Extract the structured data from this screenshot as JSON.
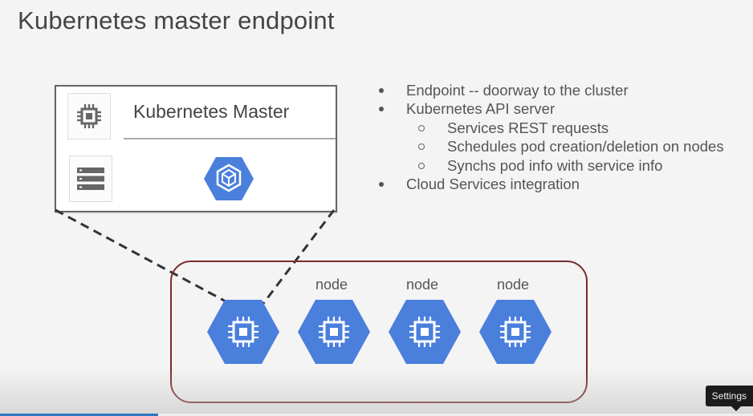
{
  "slide": {
    "title": "Kubernetes master endpoint",
    "master_label": "Kubernetes Master",
    "bullets": [
      {
        "level": 1,
        "text": "Endpoint -- doorway to the cluster"
      },
      {
        "level": 1,
        "text": "Kubernetes API server"
      },
      {
        "level": 2,
        "text": "Services REST requests"
      },
      {
        "level": 2,
        "text": "Schedules pod creation/deletion on nodes"
      },
      {
        "level": 2,
        "text": "Synchs pod info with service info"
      },
      {
        "level": 1,
        "text": "Cloud Services integration"
      }
    ],
    "node_labels": [
      "node",
      "node",
      "node"
    ],
    "colors": {
      "hex_blue": "#4a7fdc",
      "cluster_border": "#7b2b2b",
      "progress": "#2f78c4"
    }
  },
  "player": {
    "settings_tooltip": "Settings",
    "progress_fraction": 0.21
  },
  "icons": {
    "master_top": "chip-icon",
    "master_bottom": "storage-icon",
    "master_engine": "container-engine-icon",
    "node": "chip-icon"
  }
}
